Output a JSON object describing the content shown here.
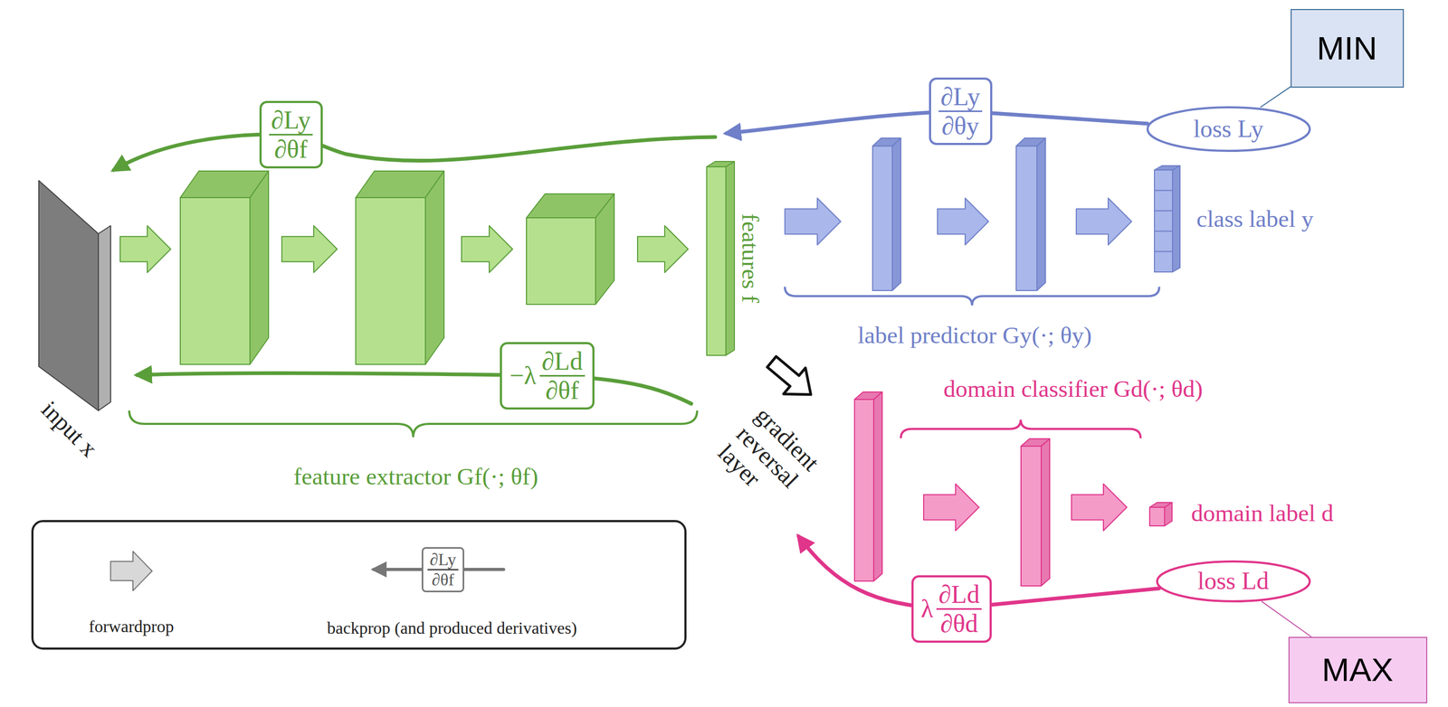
{
  "diagram": {
    "nodes": [
      {
        "text": [
          "MIN"
        ]
      },
      {
        "text": [
          "∂Ly",
          "∂θf"
        ]
      },
      {
        "text": [
          "∂Ly",
          "∂θy"
        ]
      },
      {
        "text": [
          "loss Ly"
        ]
      },
      {
        "text": [
          "−λ",
          "∂Ld",
          "∂θf"
        ]
      },
      {
        "text": [
          "λ",
          "∂Ld",
          "∂θd"
        ]
      },
      {
        "text": [
          "loss Ld"
        ]
      },
      {
        "text": [
          "∂Ly",
          "∂θf"
        ]
      },
      {
        "text": [
          "MAX"
        ]
      }
    ],
    "edges": [
      {
        "from": 0,
        "to": 3,
        "arrow": "none"
      },
      {
        "from": 3,
        "to": 2,
        "arrow": "none"
      },
      {
        "from": 6,
        "to": 5,
        "arrow": "none"
      },
      {
        "from": 8,
        "to": 6,
        "arrow": "none"
      }
    ],
    "labels": [
      "features f",
      "class label y",
      "label predictor Gy(·; θy)",
      "domain classifier Gd(·; θd)",
      "domain label d",
      "feature extractor Gf(·; θf)",
      "input x",
      "gradient reversal layer"
    ],
    "legend": [
      {
        "text": "forwardprop"
      },
      {
        "text": "backprop (and produced derivatives)"
      }
    ]
  }
}
